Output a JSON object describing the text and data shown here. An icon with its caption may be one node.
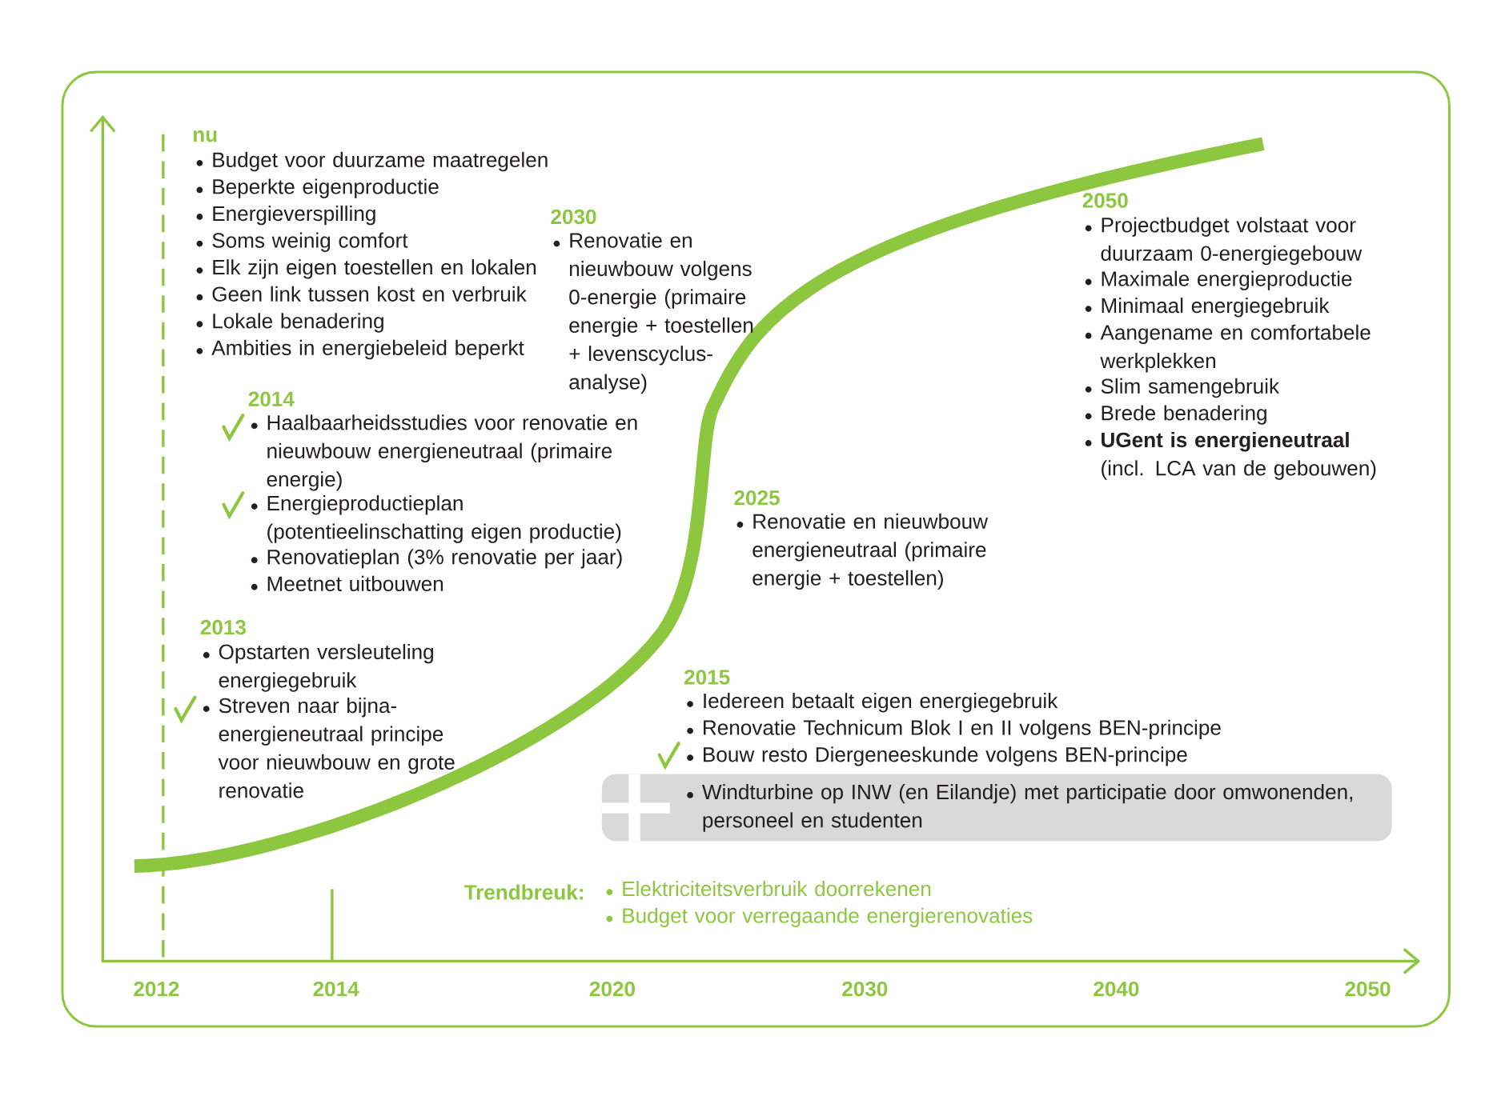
{
  "diagram": {
    "nodes": [
      {
        "text": [
          "Windturbine op INW (en Eilandje) met participatie door omwonenden, personeel en studenten"
        ]
      }
    ],
    "edges": [],
    "labels": [
      "nu",
      "Budget voor duurzame maatregelen",
      "Beperkte eigenproductie",
      "Energieverspilling",
      "Soms weinig comfort",
      "Elk zijn eigen toestellen en lokalen",
      "Geen link tussen kost en verbruik",
      "Lokale benadering",
      "Ambities in energiebeleid beperkt",
      "2014",
      "Haalbaarheidsstudies voor renovatie en nieuwbouw energieneutraal (primaire energie)",
      "Energieproductieplan (potentieelinschatting eigen productie)",
      "Renovatieplan (3% renovatie per jaar)",
      "Meetnet uitbouwen",
      "2013",
      "Opstarten versleuteling energiegebruik",
      "Streven naar bijna-energieneutraal principe voor nieuwbouw en grote renovatie",
      "2030",
      "Renovatie en nieuwbouw volgens 0-energie (primaire energie + toestellen + levenscyclus-analyse)",
      "2025",
      "Renovatie en nieuwbouw energieneutraal (primaire energie + toestellen)",
      "2050",
      "Projectbudget volstaat voor duurzaam 0-energiegebouw",
      "Maximale energieproductie",
      "Minimaal energiegebruik",
      "Aangename en comfortabele werkplekken",
      "Slim samengebruik",
      "Brede benadering",
      "**UGent is energieneutraal** (incl. LCA van de gebouwen)",
      "2015",
      "Iedereen betaalt eigen energiegebruik",
      "Renovatie Technicum Blok I en II volgens BEN-principe",
      "Bouw resto Diergeneeskunde volgens BEN-principe",
      "Trendbreuk:",
      "Elektriciteitsverbruik doorrekenen",
      "Budget voor verregaande energierenovaties",
      "2012",
      "2014",
      "2020",
      "2030",
      "2040",
      "2050"
    ]
  }
}
